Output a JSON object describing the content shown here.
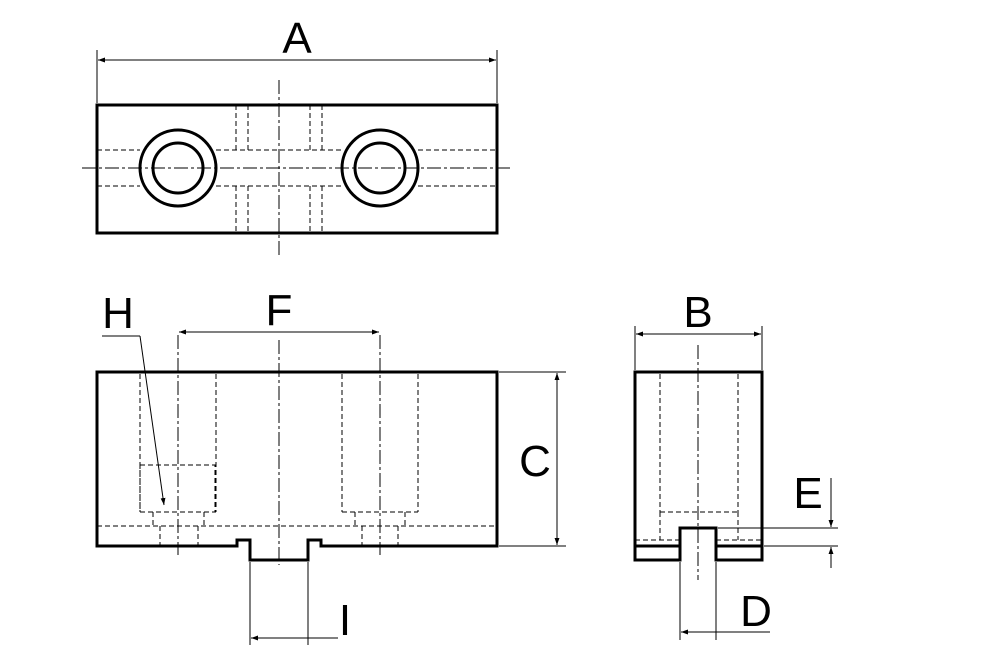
{
  "labels": {
    "a": "A",
    "b": "B",
    "c": "C",
    "d": "D",
    "e": "E",
    "f": "F",
    "h": "H",
    "i": "I"
  },
  "colors": {
    "line": "#000000",
    "background": "#ffffff"
  }
}
